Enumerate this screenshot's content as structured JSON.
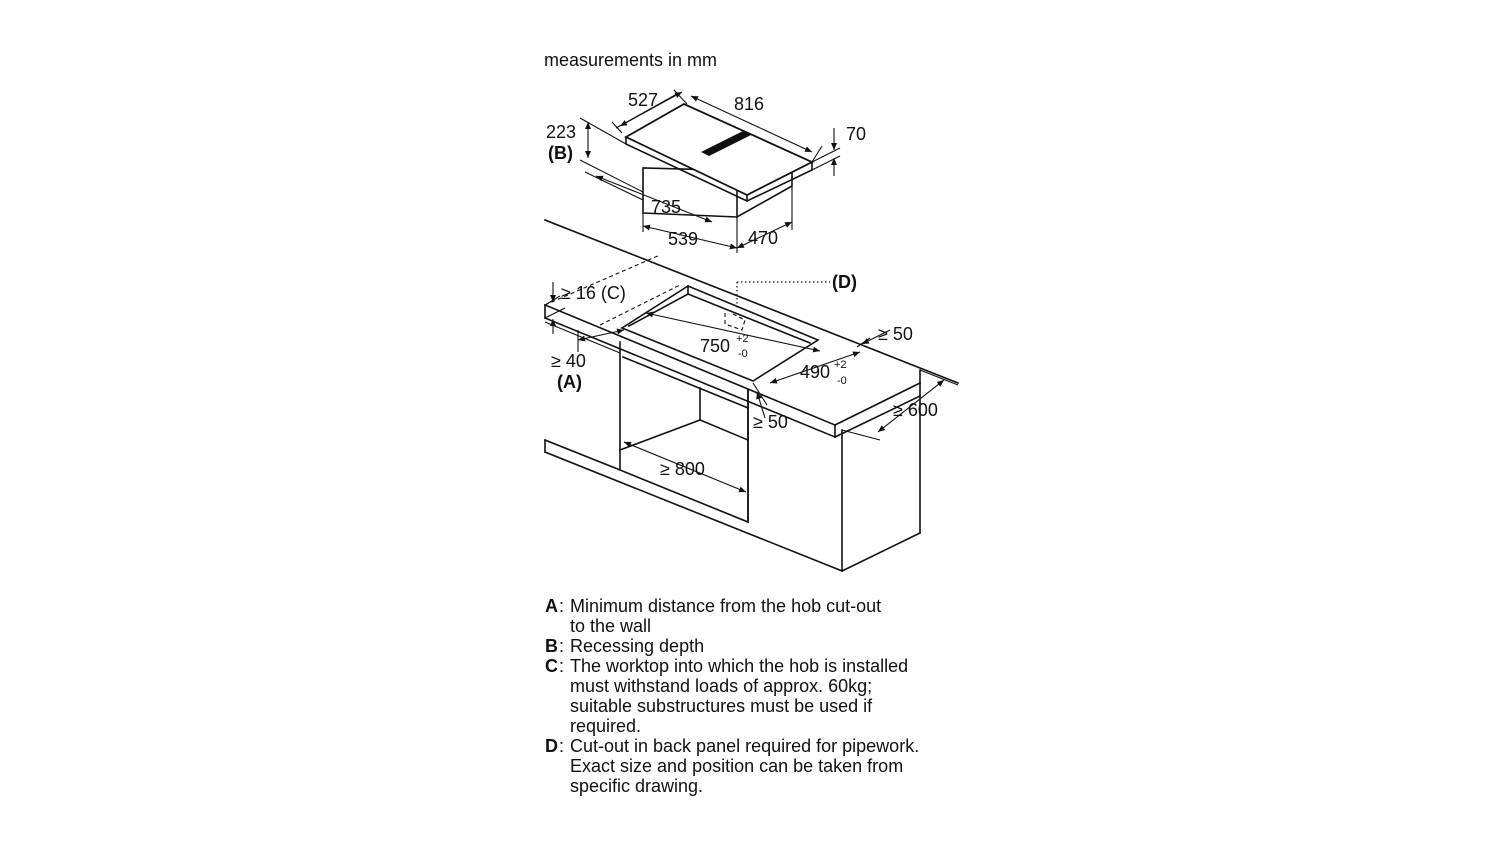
{
  "units_note": "measurements in mm",
  "dimensions": {
    "hob_depth": "527",
    "hob_width": "816",
    "hob_height": "70",
    "recess_depth": "223",
    "recess_label": "(B)",
    "body_width": "735",
    "body_width_lower": "539",
    "body_depth": "470",
    "cutout_width": "750",
    "cutout_depth": "490",
    "tolerance_plus": "+2",
    "tolerance_minus": "-0",
    "worktop_thickness": "≥ 16 (C)",
    "back_panel_label": "(D)",
    "front_distance": "≥ 50",
    "back_distance": "≥ 50",
    "wall_distance": "≥ 40",
    "wall_label": "(A)",
    "worktop_depth": "≥ 600",
    "cabinet_width": "≥ 800"
  },
  "legend": [
    {
      "key": "A",
      "text": "Minimum distance from the hob cut-out\nto the wall"
    },
    {
      "key": "B",
      "text": "Recessing depth"
    },
    {
      "key": "C",
      "text": "The worktop into which the hob is installed\nmust withstand loads of approx. 60kg;\nsuitable substructures must be used if\nrequired."
    },
    {
      "key": "D",
      "text": "Cut-out in back panel required for pipework.\nExact size and position can be taken from\nspecific drawing."
    }
  ],
  "colors": {
    "line": "#111111",
    "background": "#ffffff"
  }
}
